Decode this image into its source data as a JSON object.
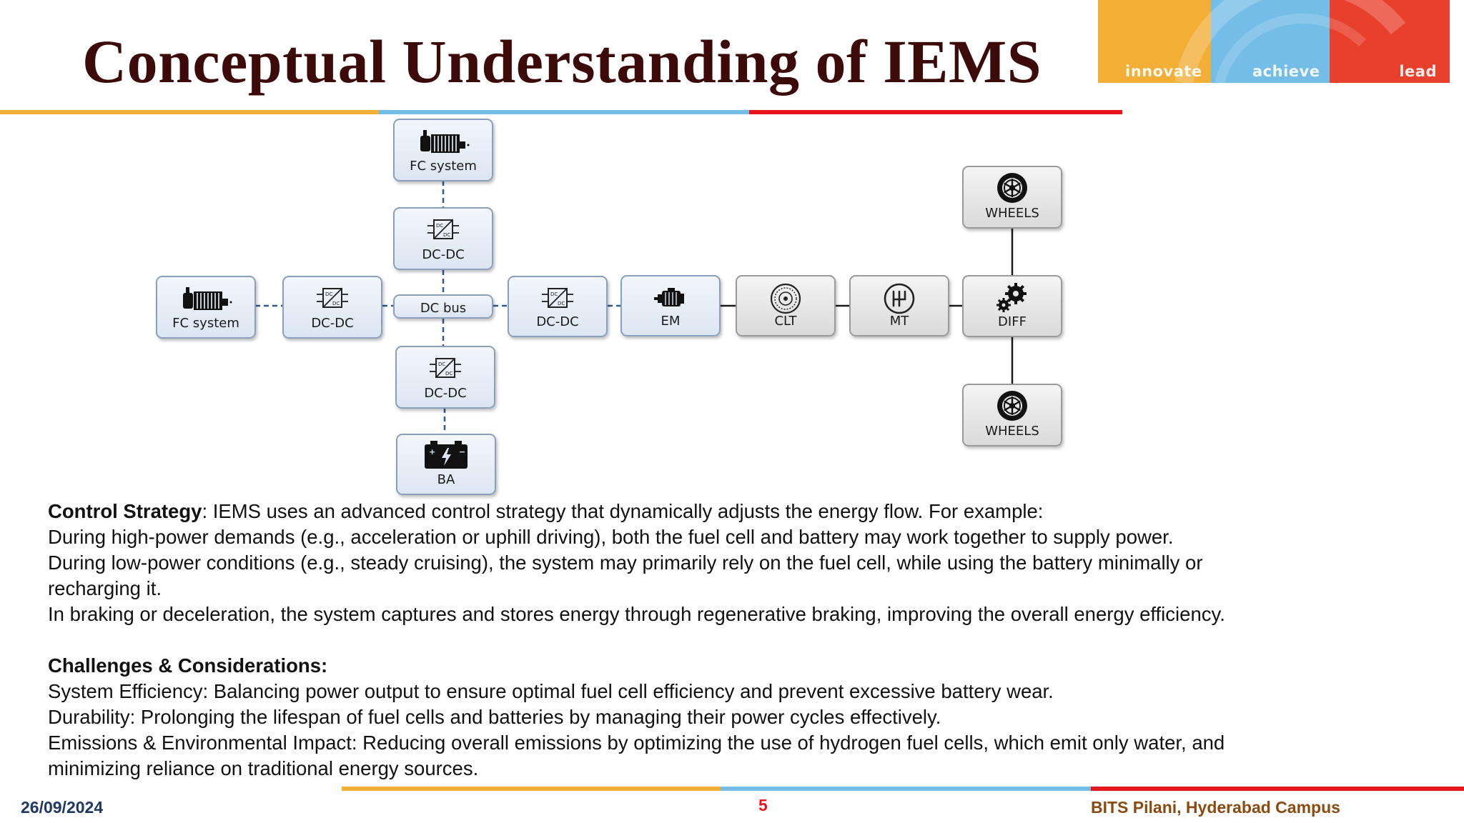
{
  "slide": {
    "title": "Conceptual Understanding of IEMS",
    "page_number": "5"
  },
  "brand": {
    "words": [
      "innovate",
      "achieve",
      "lead"
    ],
    "colors": [
      "#f2ae35",
      "#74bde6",
      "#e8402d"
    ]
  },
  "diagram": {
    "fc_system_top": "FC system",
    "dcdc_top": "DC-DC",
    "fc_system_left": "FC system",
    "dcdc_left": "DC-DC",
    "dc_bus": "DC bus",
    "dcdc_right": "DC-DC",
    "em": "EM",
    "clt": "CLT",
    "mt": "MT",
    "diff": "DIFF",
    "wheels_top": "WHEELS",
    "wheels_bottom": "WHEELS",
    "dcdc_bottom": "DC-DC",
    "ba": "BA"
  },
  "body": {
    "control_heading": "Control Strategy",
    "control_intro": ": IEMS uses an advanced control strategy that dynamically adjusts the energy flow. For example:",
    "line_high": "During high-power demands (e.g., acceleration or uphill driving), both the fuel cell and battery may work together to supply power.",
    "line_low_1": "During low-power conditions (e.g., steady cruising), the system may primarily rely on the fuel cell, while using the battery minimally or",
    "line_low_2": "recharging it.",
    "line_braking": "In braking or deceleration, the system captures and stores energy through regenerative braking, improving the overall energy efficiency.",
    "challenges_heading": "Challenges & Considerations:",
    "line_efficiency": "System Efficiency: Balancing power output to ensure optimal fuel cell efficiency and prevent excessive battery wear.",
    "line_durability": "Durability: Prolonging the lifespan of fuel cells and batteries by managing their power cycles effectively.",
    "line_emissions_1": "Emissions & Environmental Impact: Reducing overall emissions by optimizing the use of hydrogen fuel cells, which emit only water, and",
    "line_emissions_2": "minimizing reliance on traditional energy sources."
  },
  "footer": {
    "date": "26/09/2024",
    "campus": "BITS Pilani, Hyderabad Campus"
  }
}
